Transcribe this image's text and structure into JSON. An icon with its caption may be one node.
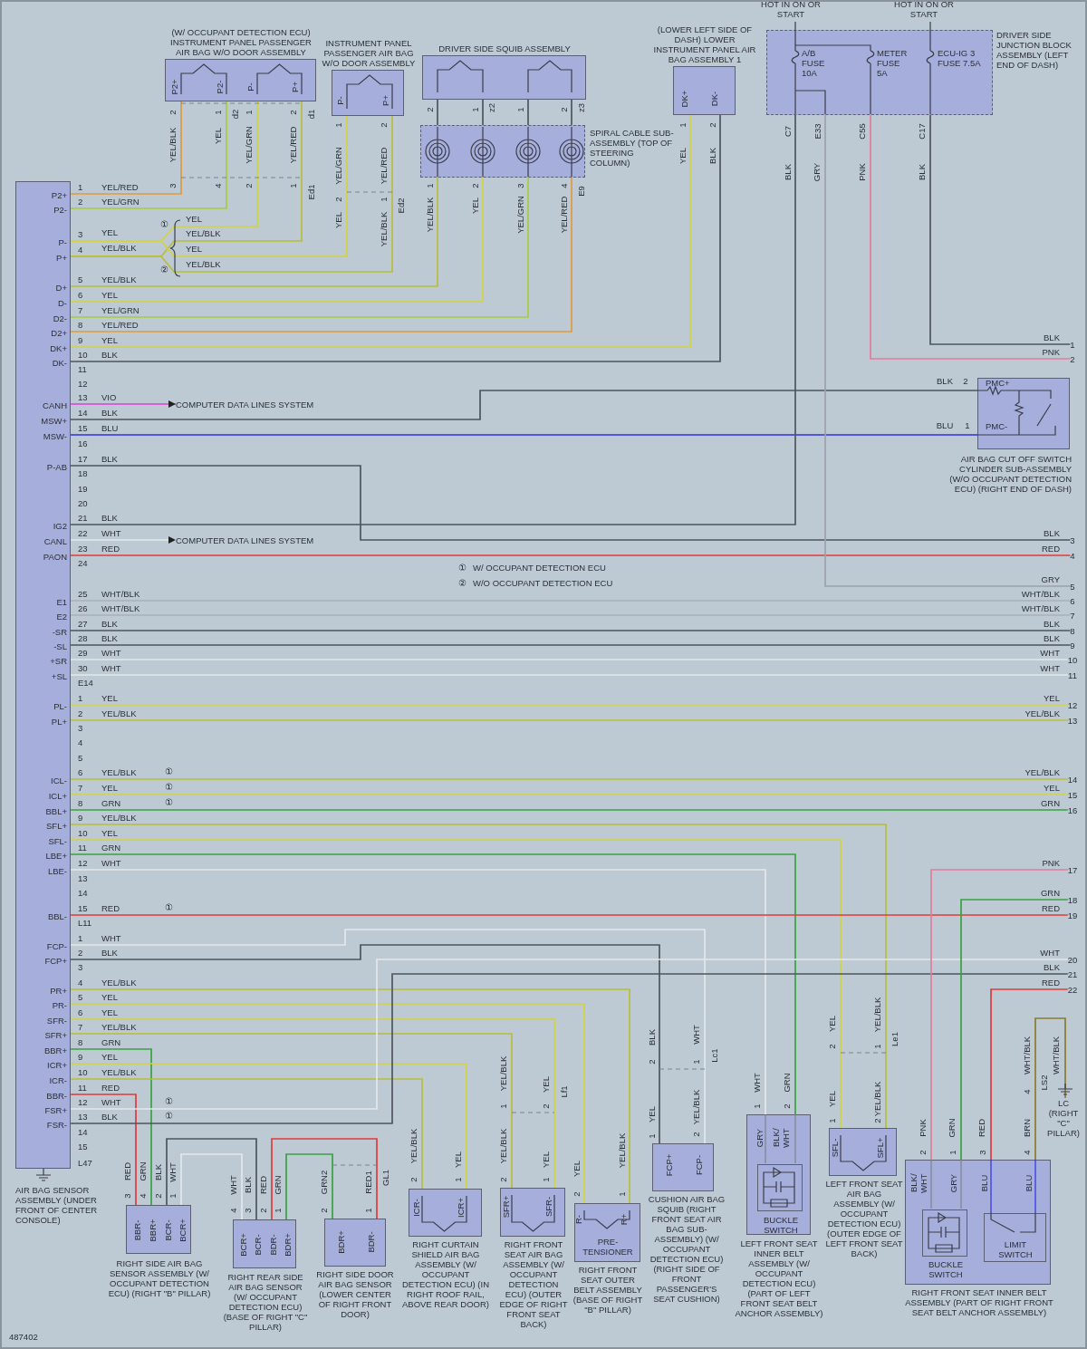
{
  "diagram": {
    "nodes": [
      {
        "text": [
          "P2+",
          "P2-",
          "P-",
          "P+",
          "D+",
          "D-",
          "D2-",
          "D2+",
          "DK+",
          "DK-",
          "CANH",
          "MSW+",
          "MSW-",
          "P-AB",
          "IG2",
          "CANL",
          "PAON",
          "E1",
          "E2",
          "-SR",
          "-SL",
          "+SR",
          "+SL",
          "PL-",
          "PL+",
          "ICL-",
          "ICL+",
          "BBL+",
          "SFL+",
          "SFL-",
          "LBE+",
          "LBE-",
          "BBL-",
          "FCP-",
          "FCP+",
          "PR+",
          "PR-",
          "SFR-",
          "SFR+",
          "BBR+",
          "ICR+",
          "ICR-",
          "BBR-",
          "FSR+",
          "FSR-",
          "AIR BAG SENSOR ASSEMBLY (UNDER FRONT OF CENTER CONSOLE)"
        ]
      },
      {
        "text": [
          "(W/ OCCUPANT DETECTION ECU) INSTRUMENT PANEL PASSENGER AIR BAG W/O DOOR ASSEMBLY",
          "P2+",
          "P2-",
          "P-",
          "P+"
        ]
      },
      {
        "text": [
          "INSTRUMENT PANEL PASSENGER AIR BAG W/O DOOR ASSEMBLY",
          "P-",
          "P+"
        ]
      },
      {
        "text": [
          "DRIVER SIDE SQUIB ASSEMBLY"
        ]
      },
      {
        "text": [
          "SPIRAL CABLE SUB-ASSEMBLY (TOP OF STEERING COLUMN)"
        ]
      },
      {
        "text": [
          "(LOWER LEFT SIDE OF DASH) LOWER INSTRUMENT PANEL AIR BAG ASSEMBLY 1",
          "DK+",
          "DK-"
        ]
      },
      {
        "text": [
          "DRIVER SIDE JUNCTION BLOCK ASSEMBLY (LEFT END OF DASH)",
          "A/B FUSE 10A",
          "METER FUSE 5A",
          "ECU-IG 3 FUSE 7.5A"
        ]
      },
      {
        "text": [
          "PMC+",
          "PMC-",
          "AIR BAG CUT OFF SWITCH CYLINDER SUB-ASSEMBLY (W/O OCCUPANT DETECTION ECU) (RIGHT END OF DASH)"
        ]
      },
      {
        "text": [
          "BBR-",
          "BBR+",
          "BCR-",
          "BCR+",
          "RIGHT SIDE AIR BAG SENSOR ASSEMBLY (W/ OCCUPANT DETECTION ECU) (RIGHT \"B\" PILLAR)"
        ]
      },
      {
        "text": [
          "BCR+",
          "BCR-",
          "BDR-",
          "BDR+",
          "RIGHT REAR SIDE AIR BAG SENSOR (W/ OCCUPANT DETECTION ECU) (BASE OF RIGHT \"C\" PILLAR)"
        ]
      },
      {
        "text": [
          "BDR+",
          "BDR-",
          "RIGHT SIDE DOOR AIR BAG SENSOR (LOWER CENTER OF RIGHT FRONT DOOR)"
        ]
      },
      {
        "text": [
          "ICR-",
          "ICR+",
          "RIGHT CURTAIN SHIELD AIR BAG ASSEMBLY (W/ OCCUPANT DETECTION ECU) (IN RIGHT ROOF RAIL, ABOVE REAR DOOR)"
        ]
      },
      {
        "text": [
          "SFR+",
          "SFR-",
          "RIGHT FRONT SEAT AIR BAG ASSEMBLY (W/ OCCUPANT DETECTION ECU) (OUTER EDGE OF RIGHT FRONT SEAT BACK)"
        ]
      },
      {
        "text": [
          "R-",
          "R+",
          "PRE-TENSIONER",
          "RIGHT FRONT SEAT OUTER BELT ASSEMBLY (BASE OF RIGHT \"B\" PILLAR)"
        ]
      },
      {
        "text": [
          "FCP+",
          "FCP-",
          "CUSHION AIR BAG SQUIB (RIGHT FRONT SEAT AIR BAG SUB-ASSEMBLY) (W/ OCCUPANT DETECTION ECU) (RIGHT SIDE OF FRONT PASSENGER'S SEAT CUSHION)"
        ]
      },
      {
        "text": [
          "GRY",
          "BLK/ WHT",
          "LEFT FRONT SEAT INNER BELT ASSEMBLY (W/ OCCUPANT DETECTION ECU) (PART OF LEFT FRONT SEAT BELT ANCHOR ASSEMBLY)"
        ]
      },
      {
        "text": [
          "BUCKLE SWITCH"
        ],
        "in": 15
      },
      {
        "text": [
          "SFL-",
          "SFL+",
          "LEFT FRONT SEAT AIR BAG ASSEMBLY (W/ OCCUPANT DETECTION ECU) (OUTER EDGE OF LEFT FRONT SEAT BACK)"
        ]
      },
      {
        "text": [
          "BLK/ WHT",
          "GRY",
          "BLU",
          "BLU",
          "RIGHT FRONT SEAT INNER BELT ASSEMBLY (PART OF RIGHT FRONT SEAT BELT ANCHOR ASSEMBLY)"
        ]
      },
      {
        "text": [
          "BUCKLE SWITCH"
        ],
        "in": 18
      },
      {
        "text": [
          "LIMIT SWITCH"
        ],
        "in": 18
      },
      {
        "text": [
          "LC (RIGHT \"C\" PILLAR)"
        ]
      },
      {
        "text": [
          "COMPUTER DATA LINES SYSTEM"
        ]
      },
      {
        "text": [
          "COMPUTER DATA LINES SYSTEM"
        ]
      },
      {
        "text": [
          "1"
        ]
      },
      {
        "text": [
          "2"
        ]
      },
      {
        "text": [
          "3"
        ]
      },
      {
        "text": [
          "4"
        ]
      },
      {
        "text": [
          "5"
        ]
      },
      {
        "text": [
          "6"
        ]
      },
      {
        "text": [
          "7"
        ]
      },
      {
        "text": [
          "8"
        ]
      },
      {
        "text": [
          "9"
        ]
      },
      {
        "text": [
          "10"
        ]
      },
      {
        "text": [
          "11"
        ]
      },
      {
        "text": [
          "12"
        ]
      },
      {
        "text": [
          "13"
        ]
      },
      {
        "text": [
          "14"
        ]
      },
      {
        "text": [
          "15"
        ]
      },
      {
        "text": [
          "16"
        ]
      },
      {
        "text": [
          "17"
        ]
      },
      {
        "text": [
          "18"
        ]
      },
      {
        "text": [
          "19"
        ]
      },
      {
        "text": [
          "20"
        ]
      },
      {
        "text": [
          "21"
        ]
      },
      {
        "text": [
          "22"
        ]
      }
    ],
    "edges": [
      {
        "from": 0,
        "to": 1,
        "arrow": "none",
        "label": "YEL/RED",
        "color": "#e09a3c"
      },
      {
        "from": 0,
        "to": 1,
        "arrow": "none",
        "label": "YEL/GRN",
        "color": "#a8cc40"
      },
      {
        "from": 0,
        "to": 1,
        "arrow": "none",
        "label": "YEL",
        "color": "#d4d43e"
      },
      {
        "from": 0,
        "to": 1,
        "arrow": "none",
        "label": "YEL/BLK",
        "color": "#b8be3a"
      },
      {
        "from": 0,
        "to": 2,
        "arrow": "none",
        "label": "YEL",
        "color": "#d4d43e"
      },
      {
        "from": 0,
        "to": 2,
        "arrow": "none",
        "label": "YEL/BLK",
        "color": "#b8be3a"
      },
      {
        "from": 0,
        "to": 4,
        "arrow": "none",
        "label": "YEL/BLK",
        "color": "#b8be3a"
      },
      {
        "from": 0,
        "to": 4,
        "arrow": "none",
        "label": "YEL",
        "color": "#d4d43e"
      },
      {
        "from": 0,
        "to": 4,
        "arrow": "none",
        "label": "YEL/GRN",
        "color": "#a8cc40"
      },
      {
        "from": 0,
        "to": 4,
        "arrow": "none",
        "label": "YEL/RED",
        "color": "#e09a3c"
      },
      {
        "from": 0,
        "to": 5,
        "arrow": "none",
        "label": "YEL",
        "color": "#d4d43e"
      },
      {
        "from": 0,
        "to": 5,
        "arrow": "none",
        "label": "BLK"
      },
      {
        "from": 0,
        "to": 22,
        "arrow": "to",
        "label": "VIO",
        "color": "#de3fde"
      },
      {
        "from": 0,
        "to": 7,
        "arrow": "none",
        "label": "BLK"
      },
      {
        "from": 0,
        "to": 7,
        "arrow": "none",
        "label": "BLU",
        "color": "#2f2fe6"
      },
      {
        "from": 0,
        "to": 26,
        "arrow": "none",
        "label": "BLK"
      },
      {
        "from": 0,
        "to": 6,
        "arrow": "none",
        "label": "BLK"
      },
      {
        "from": 0,
        "to": 23,
        "arrow": "to",
        "label": "WHT",
        "color": "#e4e8ea"
      },
      {
        "from": 0,
        "to": 27,
        "arrow": "none",
        "label": "RED",
        "color": "#e23a3a"
      },
      {
        "from": 0,
        "to": 29,
        "arrow": "none",
        "label": "WHT/BLK",
        "color": "#aab1b7"
      },
      {
        "from": 0,
        "to": 30,
        "arrow": "none",
        "label": "WHT/BLK",
        "color": "#aab1b7"
      },
      {
        "from": 0,
        "to": 31,
        "arrow": "none",
        "label": "BLK"
      },
      {
        "from": 0,
        "to": 32,
        "arrow": "none",
        "label": "BLK"
      },
      {
        "from": 0,
        "to": 33,
        "arrow": "none",
        "label": "WHT",
        "color": "#e4e8ea"
      },
      {
        "from": 0,
        "to": 34,
        "arrow": "none",
        "label": "WHT",
        "color": "#e4e8ea"
      },
      {
        "from": 0,
        "to": 35,
        "arrow": "none",
        "label": "YEL",
        "color": "#d4d43e"
      },
      {
        "from": 0,
        "to": 36,
        "arrow": "none",
        "label": "YEL/BLK",
        "color": "#b8be3a"
      },
      {
        "from": 0,
        "to": 37,
        "arrow": "none",
        "label": "YEL/BLK",
        "color": "#b8be3a"
      },
      {
        "from": 0,
        "to": 38,
        "arrow": "none",
        "label": "YEL",
        "color": "#d4d43e"
      },
      {
        "from": 0,
        "to": 39,
        "arrow": "none",
        "label": "GRN",
        "color": "#37a33f"
      },
      {
        "from": 0,
        "to": 17,
        "arrow": "none",
        "label": "YEL/BLK",
        "color": "#b8be3a"
      },
      {
        "from": 0,
        "to": 17,
        "arrow": "none",
        "label": "YEL",
        "color": "#d4d43e"
      },
      {
        "from": 0,
        "to": 15,
        "arrow": "none",
        "label": "GRN",
        "color": "#37a33f"
      },
      {
        "from": 0,
        "to": 15,
        "arrow": "none",
        "label": "WHT",
        "color": "#e4e8ea"
      },
      {
        "from": 0,
        "to": 42,
        "arrow": "none",
        "label": "RED",
        "color": "#e23a3a"
      },
      {
        "from": 0,
        "to": 14,
        "arrow": "none",
        "label": "WHT",
        "color": "#e4e8ea"
      },
      {
        "from": 0,
        "to": 14,
        "arrow": "none",
        "label": "BLK"
      },
      {
        "from": 0,
        "to": 13,
        "arrow": "none",
        "label": "YEL/BLK",
        "color": "#b8be3a"
      },
      {
        "from": 0,
        "to": 13,
        "arrow": "none",
        "label": "YEL",
        "color": "#d4d43e"
      },
      {
        "from": 0,
        "to": 12,
        "arrow": "none",
        "label": "YEL",
        "color": "#d4d43e"
      },
      {
        "from": 0,
        "to": 12,
        "arrow": "none",
        "label": "YEL/BLK",
        "color": "#b8be3a"
      },
      {
        "from": 0,
        "to": 8,
        "arrow": "none",
        "label": "GRN",
        "color": "#37a33f"
      },
      {
        "from": 0,
        "to": 11,
        "arrow": "none",
        "label": "YEL",
        "color": "#d4d43e"
      },
      {
        "from": 0,
        "to": 11,
        "arrow": "none",
        "label": "YEL/BLK",
        "color": "#b8be3a"
      },
      {
        "from": 0,
        "to": 8,
        "arrow": "none",
        "label": "RED",
        "color": "#e23a3a"
      },
      {
        "from": 0,
        "to": 43,
        "arrow": "none",
        "label": "WHT",
        "color": "#e4e8ea"
      },
      {
        "from": 0,
        "to": 44,
        "arrow": "none",
        "label": "BLK"
      },
      {
        "from": 6,
        "to": 28,
        "arrow": "none",
        "label": "GRY",
        "color": "#9ca3a9"
      },
      {
        "from": 6,
        "to": 25,
        "arrow": "none",
        "label": "PNK",
        "color": "#e27c9c"
      },
      {
        "from": 6,
        "to": 24,
        "arrow": "none",
        "label": "BLK"
      },
      {
        "from": 18,
        "to": 40,
        "arrow": "none",
        "label": "PNK",
        "color": "#e27c9c"
      },
      {
        "from": 18,
        "to": 41,
        "arrow": "none",
        "label": "GRN",
        "color": "#37a33f"
      },
      {
        "from": 18,
        "to": 45,
        "arrow": "none",
        "label": "RED",
        "color": "#e23a3a"
      },
      {
        "from": 18,
        "to": 21,
        "arrow": "none",
        "label": "BRN",
        "color": "#8d7b2e"
      },
      {
        "from": 8,
        "to": 9,
        "arrow": "none",
        "label": "WHT",
        "color": "#e4e8ea"
      },
      {
        "from": 8,
        "to": 9,
        "arrow": "none",
        "label": "BLK"
      },
      {
        "from": 9,
        "to": 10,
        "arrow": "none",
        "label": "RED",
        "color": "#e23a3a"
      },
      {
        "from": 9,
        "to": 10,
        "arrow": "none",
        "label": "GRN",
        "color": "#37a33f"
      },
      {
        "from": 4,
        "to": 3,
        "arrow": "none"
      },
      {
        "from": 4,
        "to": 3,
        "arrow": "none"
      },
      {
        "from": 4,
        "to": 3,
        "arrow": "none"
      },
      {
        "from": 4,
        "to": 3,
        "arrow": "none"
      }
    ],
    "labels": [
      "1",
      "2",
      "3",
      "4",
      "5",
      "6",
      "7",
      "8",
      "9",
      "10",
      "11",
      "12",
      "13",
      "14",
      "15",
      "16",
      "17",
      "18",
      "19",
      "20",
      "21",
      "22",
      "23",
      "24",
      "25",
      "26",
      "27",
      "28",
      "29",
      "30",
      "E14",
      "1",
      "2",
      "3",
      "4",
      "5",
      "6",
      "7",
      "8",
      "9",
      "10",
      "11",
      "12",
      "13",
      "14",
      "15",
      "L11",
      "1",
      "2",
      "3",
      "4",
      "5",
      "6",
      "7",
      "8",
      "9",
      "10",
      "11",
      "12",
      "13",
      "14",
      "15",
      "L47",
      "YEL",
      "YEL/BLK",
      "①",
      "②",
      "①",
      "①",
      "①",
      "①",
      "①",
      "①",
      "①",
      "W/ OCCUPANT DETECTION ECU",
      "②",
      "W/O OCCUPANT DETECTION ECU",
      "2",
      "1",
      "d2",
      "1",
      "2",
      "d1",
      "YEL/BLK",
      "YEL",
      "YEL/GRN",
      "YEL/RED",
      "3",
      "4",
      "2",
      "1",
      "Ed1",
      "1",
      "2",
      "YEL/GRN",
      "YEL/RED",
      "2",
      "1",
      "Ed2",
      "YEL",
      "YEL/BLK",
      "2",
      "1",
      "z2",
      "1",
      "2",
      "z3",
      "1",
      "2",
      "3",
      "4",
      "E9",
      "YEL/BLK",
      "YEL",
      "YEL/GRN",
      "YEL/RED",
      "1",
      "2",
      "YEL",
      "BLK",
      "HOT IN ON OR START",
      "HOT IN ON OR START",
      "C7",
      "E33",
      "C55",
      "C17",
      "BLK",
      "BLK",
      "2",
      "BLU",
      "1",
      "BLK",
      "PNK",
      "BLK",
      "RED",
      "GRY",
      "WHT/BLK",
      "WHT/BLK",
      "BLK",
      "BLK",
      "WHT",
      "WHT",
      "YEL",
      "YEL/BLK",
      "YEL/BLK",
      "YEL",
      "GRN",
      "PNK",
      "GRN",
      "RED",
      "WHT",
      "BLK",
      "RED",
      "RED",
      "GRN",
      "3",
      "4",
      "2",
      "1",
      "WHT",
      "BLK",
      "4",
      "3",
      "2",
      "1",
      "GRN2",
      "RED1",
      "GL1",
      "2",
      "1",
      "YEL/BLK",
      "YEL",
      "2",
      "1",
      "YEL/BLK",
      "1",
      "YEL",
      "2",
      "Lf1",
      "YEL/BLK",
      "2",
      "YEL",
      "1",
      "YEL",
      "2",
      "YEL/BLK",
      "1",
      "BLK",
      "2",
      "WHT",
      "1",
      "Lc1",
      "YEL",
      "1",
      "YEL/BLK",
      "2",
      "WHT",
      "1",
      "GRN",
      "2",
      "YEL",
      "2",
      "YEL/BLK",
      "1",
      "Le1",
      "YEL",
      "1",
      "YEL/BLK",
      "2",
      "2",
      "1",
      "3",
      "4",
      "WHT/BLK",
      "4",
      "LS2",
      "WHT/BLK",
      "487402"
    ]
  }
}
